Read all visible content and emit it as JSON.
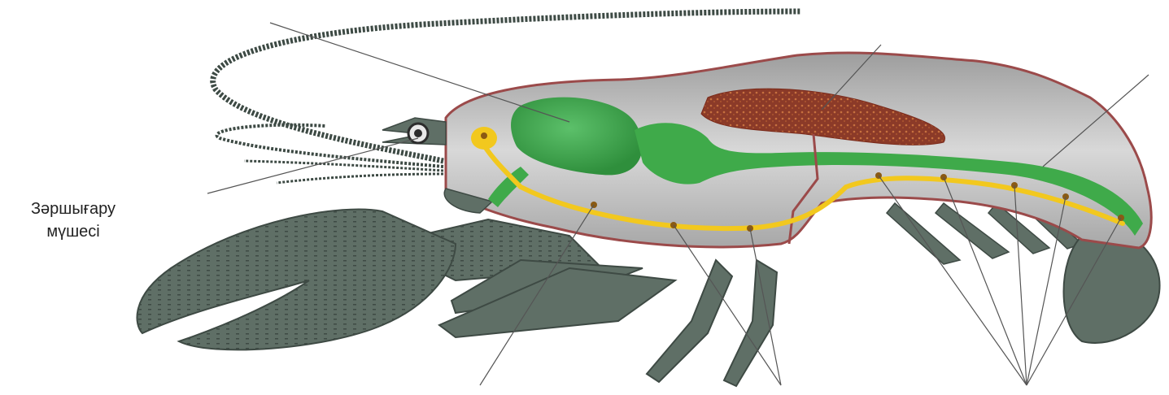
{
  "labels": {
    "excretory_organ": {
      "line1": "Зәршығару",
      "line2": "мүшесі"
    }
  },
  "colors": {
    "body_outline": "#9b4a4a",
    "body_fill": "#bfbfbf",
    "limbs": "#5f6f66",
    "digestive": "#3faa4a",
    "liver": "#8b3a28",
    "nervous": "#f2c81e",
    "nerve_ganglion": "#8a5a14",
    "leader_line": "#555555"
  },
  "icons": {
    "eye": "compound-eye",
    "ganglia": "nerve-ganglion-dot"
  }
}
